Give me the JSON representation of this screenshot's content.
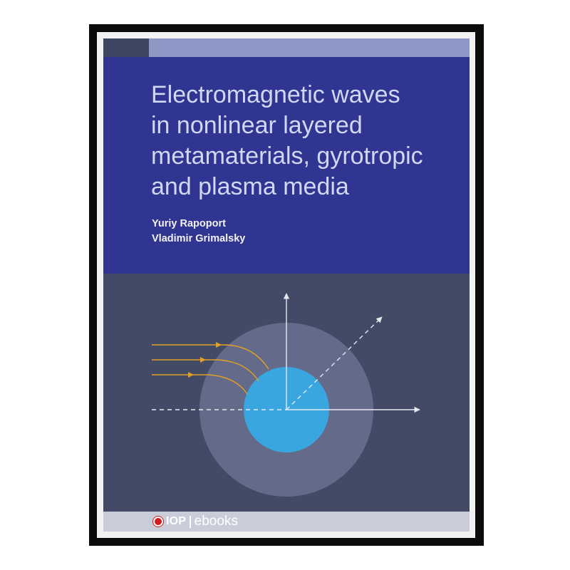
{
  "book": {
    "title": "Electromagnetic waves\nin nonlinear layered\nmetamaterials, gyrotropic\nand plasma media",
    "authors": [
      "Yuriy Rapoport",
      "Vladimir Grimalsky"
    ]
  },
  "publisher": {
    "logo_text": "IOP",
    "series": "ebooks"
  },
  "colors": {
    "title_panel": "#2f3590",
    "background": "#424a66",
    "accent_strip": "#8d98c6",
    "inner_circle": "#3aa6df",
    "outer_circle": "#6a7190",
    "field_lines": "#e0a025",
    "footer": "#c9ccd9",
    "logo_red": "#d21a1f"
  }
}
